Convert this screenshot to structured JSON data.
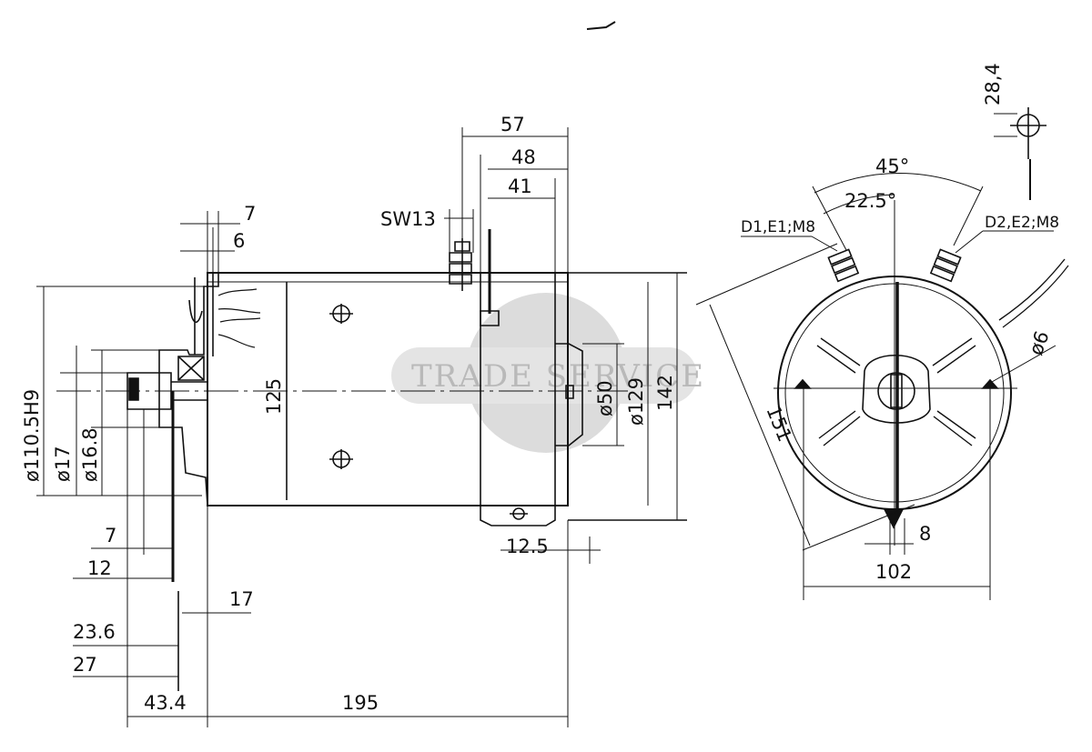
{
  "watermark": {
    "text": "TRADE SERVICE",
    "fill": "#d9d9d9"
  },
  "ink_color": "#111111",
  "side_view": {
    "dims": {
      "d57": "57",
      "d48": "48",
      "d41": "41",
      "sw13": "SW13",
      "d7_top": "7",
      "d6_top": "6",
      "phi110": "ø110.5H9",
      "phi17": "ø17",
      "phi16": "ø16.8",
      "d7_left": "7",
      "d12": "12",
      "d17": "17",
      "d23": "23.6",
      "d27": "27",
      "d43": "43.4",
      "d195": "195",
      "d125": "125",
      "d12_5": "12.5",
      "phi50": "ø50",
      "phi129": "ø129",
      "d142": "142"
    }
  },
  "end_view": {
    "dims": {
      "angle45": "45°",
      "angle22": "22.5°",
      "term_left": "D1,E1;M8",
      "term_right": "D2,E2;M8",
      "d28": "28,4",
      "phi6": "ø6",
      "d151": "151",
      "d8": "8",
      "d102": "102"
    }
  }
}
